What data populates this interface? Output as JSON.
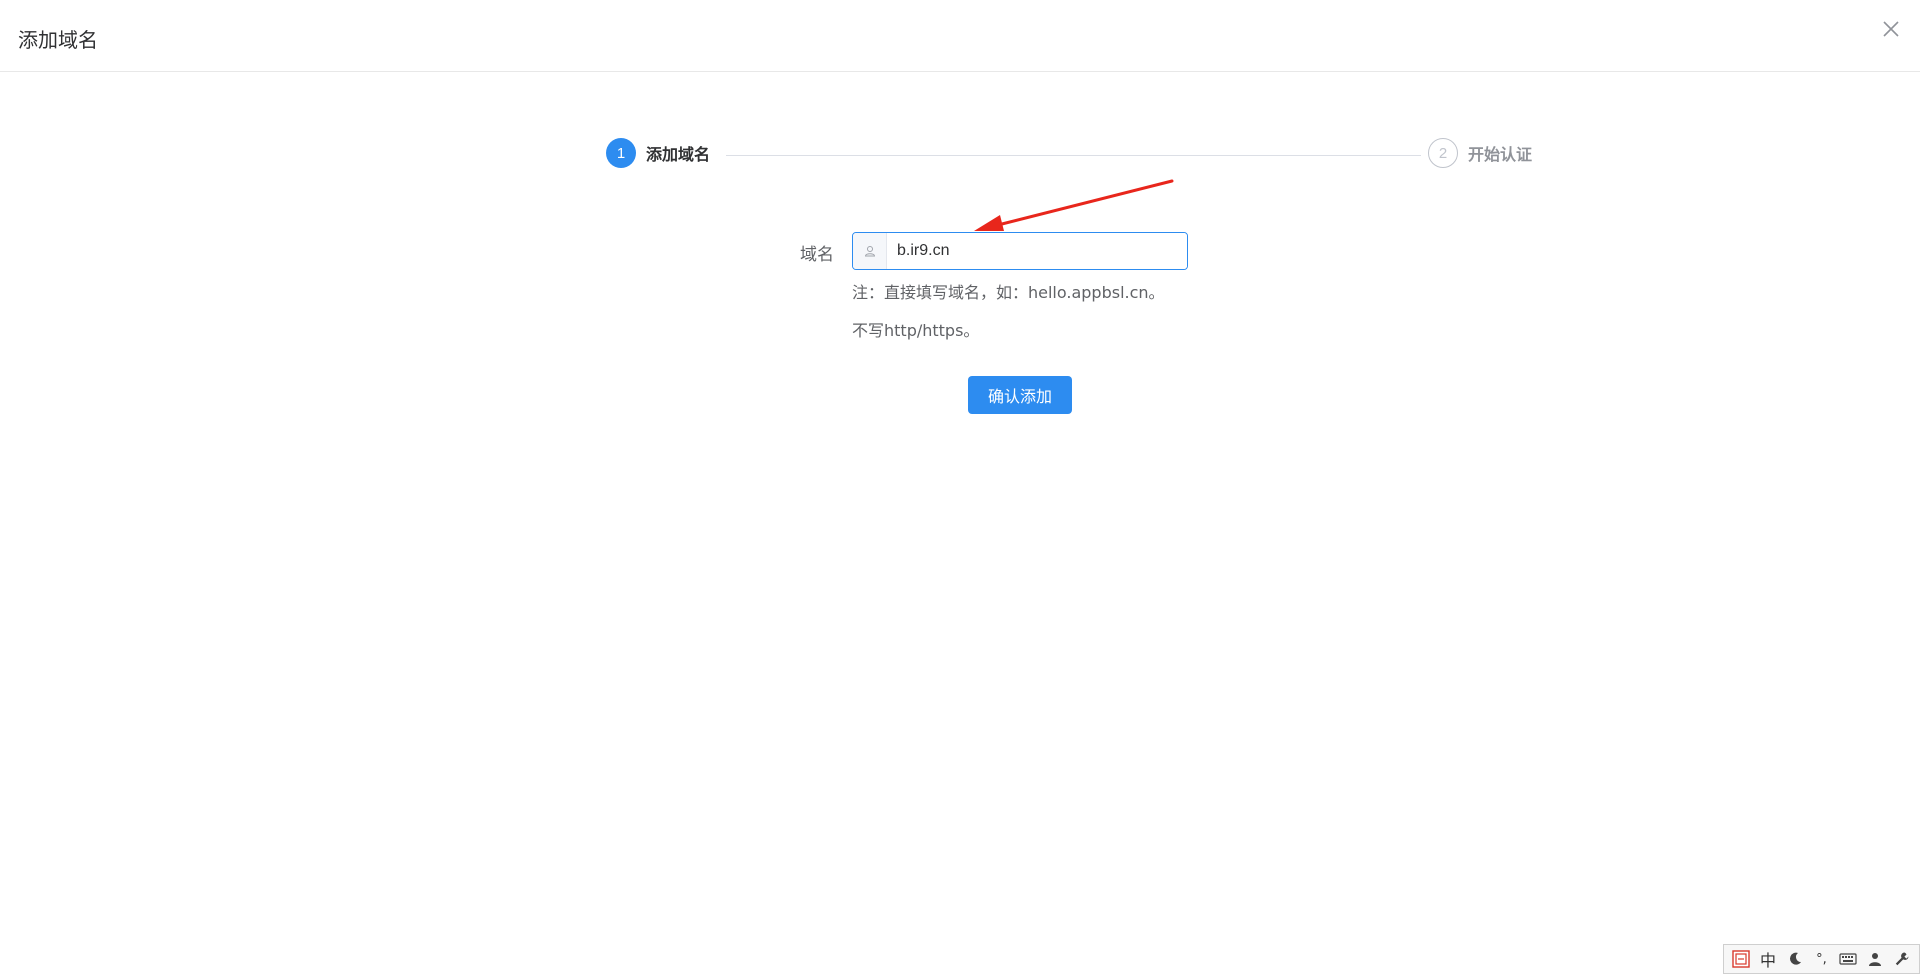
{
  "dialog": {
    "title": "添加域名"
  },
  "steps": [
    {
      "number": "1",
      "label": "添加域名"
    },
    {
      "number": "2",
      "label": "开始认证"
    }
  ],
  "form": {
    "domain_label": "域名",
    "domain_value": "b.ir9.cn",
    "hint_1": "注：直接填写域名，如：hello.appbsl.cn。",
    "hint_2": "不写http/https。",
    "submit_label": "确认添加"
  },
  "ime_toolbar": {
    "mode_label": "中",
    "punct_label": "°,"
  },
  "colors": {
    "primary": "#2d8cf0",
    "annotation": "#e8261c"
  }
}
